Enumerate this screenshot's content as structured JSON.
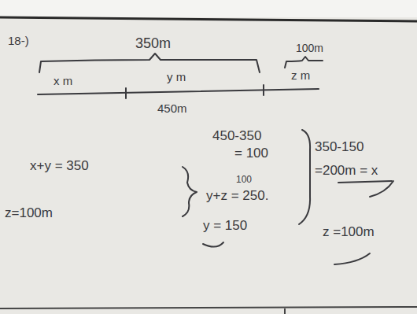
{
  "diagram": {
    "labels": [
      "18-)",
      "350m",
      "100m",
      "x m",
      "y m",
      "z m",
      "450m",
      "450-350",
      "= 100",
      "x+y = 350",
      "100",
      "y+z = 250.",
      "z=100m",
      "y = 150",
      "350-150",
      "=200m = x",
      "z =100m"
    ]
  }
}
